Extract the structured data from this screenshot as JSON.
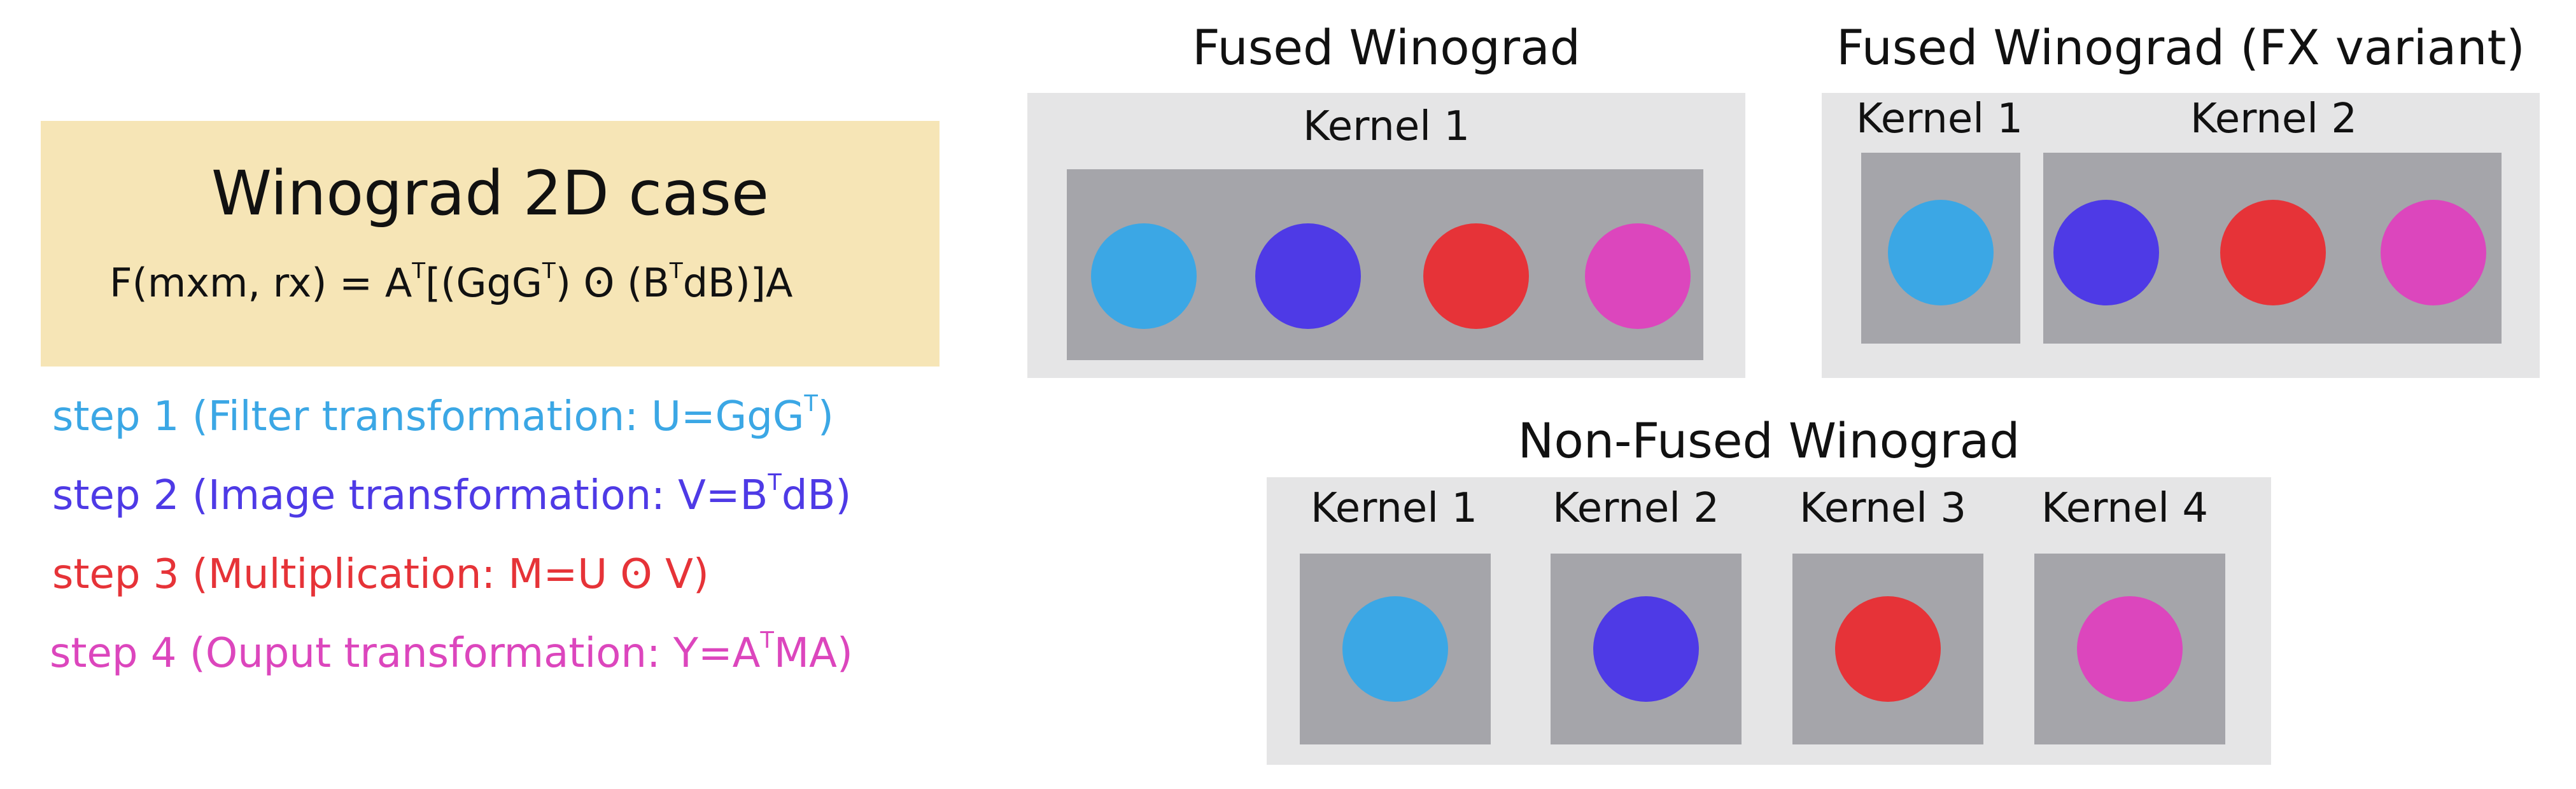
{
  "colors": {
    "step1": "#3ba7e5",
    "step2": "#4e3ae6",
    "step3": "#e63338",
    "step4": "#dc46bd",
    "title_box_bg": "#f6e5b6",
    "panel_bg": "#e5e5e6",
    "kernel_bg": "#a5a5aa"
  },
  "winograd_box": {
    "title": "Winograd 2D case",
    "formula": {
      "p1": "F(mxm, rx) = A",
      "s1": "T",
      "p2": "[(GgG",
      "s2": "T",
      "p3": ") ʘ (B",
      "s3": "T",
      "p4": "dB)]A"
    }
  },
  "steps": [
    {
      "pre": "step 1 (Filter transformation: U=GgG",
      "sup": "T",
      "post": ")"
    },
    {
      "pre": "step 2 (Image transformation: V=B",
      "sup": "T",
      "post": "dB)"
    },
    {
      "pre": "step 3 (Multiplication: M=U ʘ V)",
      "sup": "",
      "post": ""
    },
    {
      "pre": "step 4 (Ouput transformation: Y=A",
      "sup": "T",
      "post": "MA)"
    }
  ],
  "fused": {
    "title": "Fused Winograd",
    "kernel_label": "Kernel 1",
    "dots": [
      "step1",
      "step2",
      "step3",
      "step4"
    ]
  },
  "fused_fx": {
    "title": "Fused Winograd (FX variant)",
    "kernel1_label": "Kernel 1",
    "kernel2_label": "Kernel 2",
    "kernel1_dots": [
      "step1"
    ],
    "kernel2_dots": [
      "step2",
      "step3",
      "step4"
    ]
  },
  "non_fused": {
    "title": "Non-Fused Winograd",
    "kernels": [
      {
        "label": "Kernel 1",
        "dot": "step1"
      },
      {
        "label": "Kernel 2",
        "dot": "step2"
      },
      {
        "label": "Kernel 3",
        "dot": "step3"
      },
      {
        "label": "Kernel 4",
        "dot": "step4"
      }
    ]
  }
}
